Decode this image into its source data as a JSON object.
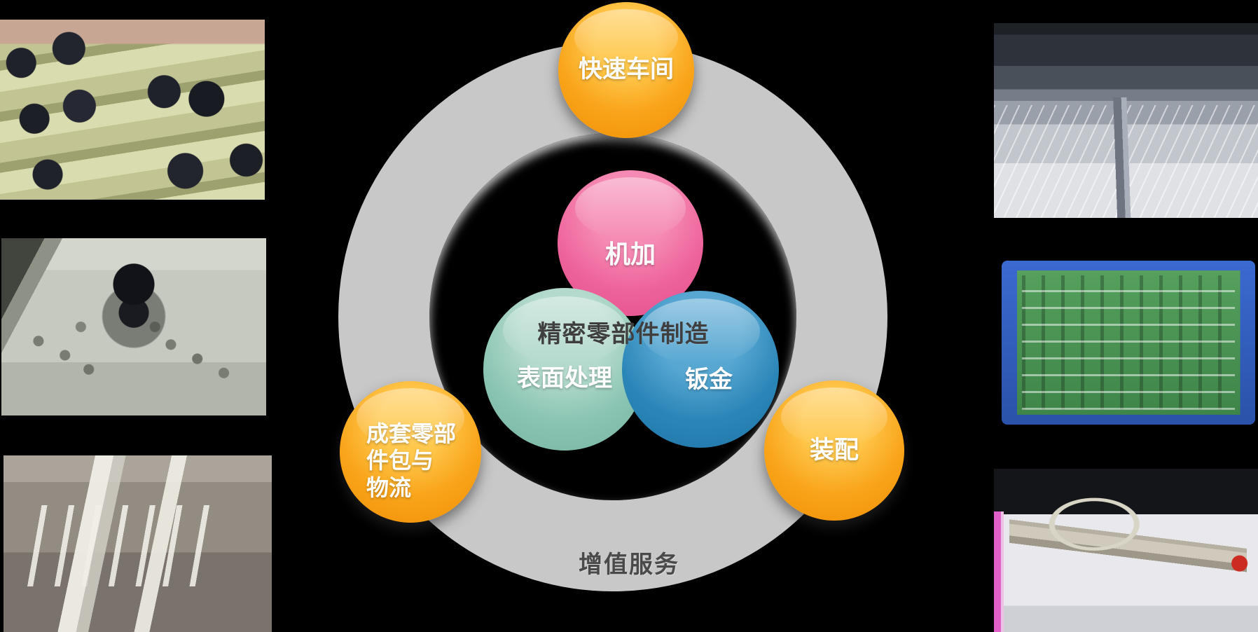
{
  "diagram": {
    "center_label": "精密零部件制造",
    "ring_label": "增值服务",
    "core_circles": [
      {
        "id": "machining",
        "label": "机加",
        "color": "#EE639B"
      },
      {
        "id": "surface-treatment",
        "label": "表面处理",
        "color": "#8AC4B2"
      },
      {
        "id": "sheet-metal",
        "label": "钣金",
        "color": "#2B86B8"
      }
    ],
    "outer_circles": [
      {
        "id": "rapid-workshop",
        "label": "快速车间",
        "color": "#F9A41A"
      },
      {
        "id": "kit-logistics",
        "label": "成套零部件包与物流",
        "lines": [
          "成套零部",
          "件包与",
          "物流"
        ],
        "color": "#F9A41A"
      },
      {
        "id": "assembly",
        "label": "装配",
        "color": "#F9A41A"
      }
    ],
    "ring_color": "#C8C8C8",
    "background_color": "#000000",
    "center_text_color": "#3F3F3F",
    "label_text_color": "#FFFFFF"
  },
  "photos": {
    "left": [
      {
        "alt": "stacked yellow-green cast pipe components with black端 caps"
      },
      {
        "alt": "machined metal plate with drilled holes and black fitting"
      },
      {
        "alt": "machined aluminum frame structure lying on factory floor"
      }
    ],
    "right": [
      {
        "alt": "CNC gantry machining center bed with coolant spray"
      },
      {
        "alt": "blue kitting tray with green shadow board of organized parts"
      },
      {
        "alt": "assembled structural jig displayed on white table with magenta edge"
      }
    ]
  }
}
